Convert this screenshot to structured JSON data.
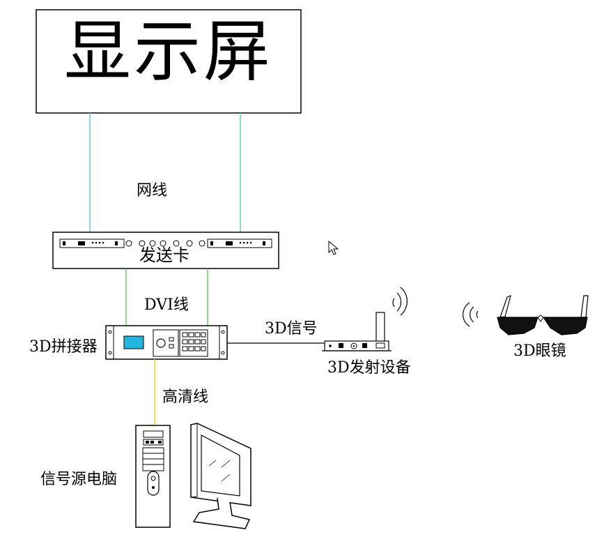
{
  "display": {
    "title": "显示屏"
  },
  "cables": {
    "network": "网线",
    "dvi": "DVI线",
    "hd": "高清线",
    "signal": "3D信号"
  },
  "devices": {
    "sender_card": "发送卡",
    "splicer": "3D拼接器",
    "emitter": "3D发射设备",
    "glasses": "3D眼镜",
    "source_pc": "信号源电脑"
  },
  "colors": {
    "network_cable": "#66cccc",
    "dvi_cable": "#66cc66",
    "hd_cable": "#e6e600",
    "splicer_screen": "#22b5e0",
    "lens": "#111111"
  },
  "icons": [
    "mouse-cursor-icon",
    "wireless-signal-icon"
  ]
}
